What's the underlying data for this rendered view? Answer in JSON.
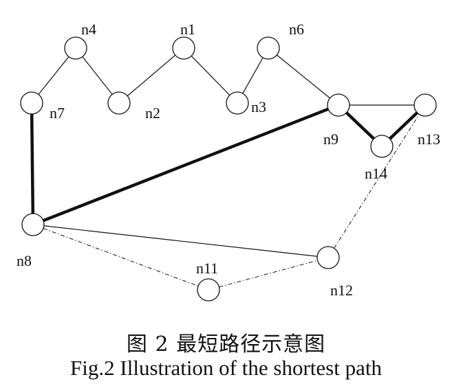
{
  "nodes": [
    {
      "id": "n1",
      "label": "n1"
    },
    {
      "id": "n2",
      "label": "n2"
    },
    {
      "id": "n3",
      "label": "n3"
    },
    {
      "id": "n4",
      "label": "n4"
    },
    {
      "id": "n6",
      "label": "n6"
    },
    {
      "id": "n7",
      "label": "n7"
    },
    {
      "id": "n8",
      "label": "n8"
    },
    {
      "id": "n9",
      "label": "n9"
    },
    {
      "id": "n11",
      "label": "n11"
    },
    {
      "id": "n12",
      "label": "n12"
    },
    {
      "id": "n13",
      "label": "n13"
    },
    {
      "id": "n14",
      "label": "n14"
    }
  ],
  "edges": [
    {
      "from": "n7",
      "to": "n4",
      "style": "solid"
    },
    {
      "from": "n4",
      "to": "n2",
      "style": "solid"
    },
    {
      "from": "n2",
      "to": "n1",
      "style": "solid"
    },
    {
      "from": "n1",
      "to": "n3",
      "style": "solid"
    },
    {
      "from": "n3",
      "to": "n6",
      "style": "solid"
    },
    {
      "from": "n6",
      "to": "n9",
      "style": "solid"
    },
    {
      "from": "n9",
      "to": "n13",
      "style": "solid"
    },
    {
      "from": "n8",
      "to": "n12",
      "style": "solid"
    },
    {
      "from": "n7",
      "to": "n8",
      "style": "dashed"
    },
    {
      "from": "n8",
      "to": "n11",
      "style": "dashed"
    },
    {
      "from": "n11",
      "to": "n12",
      "style": "dashed"
    },
    {
      "from": "n12",
      "to": "n13",
      "style": "dashed"
    },
    {
      "from": "n7",
      "to": "n8",
      "style": "bold"
    },
    {
      "from": "n8",
      "to": "n9",
      "style": "bold"
    },
    {
      "from": "n9",
      "to": "n14",
      "style": "bold"
    },
    {
      "from": "n14",
      "to": "n13",
      "style": "bold"
    }
  ],
  "caption": {
    "chinese": "图 2  最短路径示意图",
    "english": "Fig.2 Illustration of the shortest path"
  },
  "colors": {
    "line": "#111111",
    "node_fill": "#ffffff"
  }
}
